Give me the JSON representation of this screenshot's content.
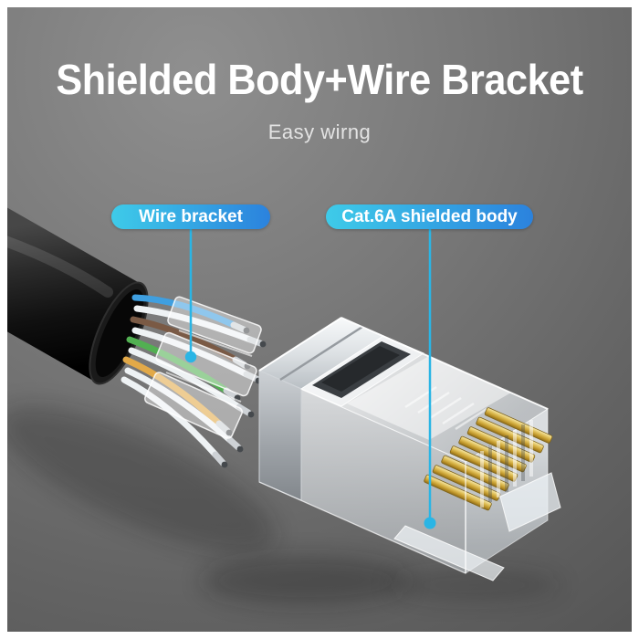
{
  "header": {
    "title": "Shielded Body+Wire Bracket",
    "subtitle": "Easy wirng"
  },
  "callouts": [
    {
      "label": "Wire bracket"
    },
    {
      "label": "Cat.6A shielded body"
    }
  ],
  "colors": {
    "frame": "#ffffff",
    "background_top": "#8f8f8f",
    "background_bottom": "#565656",
    "title_text": "#ffffff",
    "subtitle_text": "#e3e3e3",
    "label_gradient_start": "#3ecbe9",
    "label_gradient_end": "#2b82dd",
    "label_text": "#ffffff",
    "callout_line": "#2ab5e5",
    "cable_jacket": "#111111",
    "metal_shield": "#c9ced2",
    "gold_pins": "#d9b44a",
    "wire_blue": "#3f9fe0",
    "wire_brown": "#7a5a45",
    "wire_green": "#52b052",
    "wire_orange": "#e2a948",
    "wire_white": "#eef2f4",
    "wire_tip_metal": "#ced2d6"
  }
}
